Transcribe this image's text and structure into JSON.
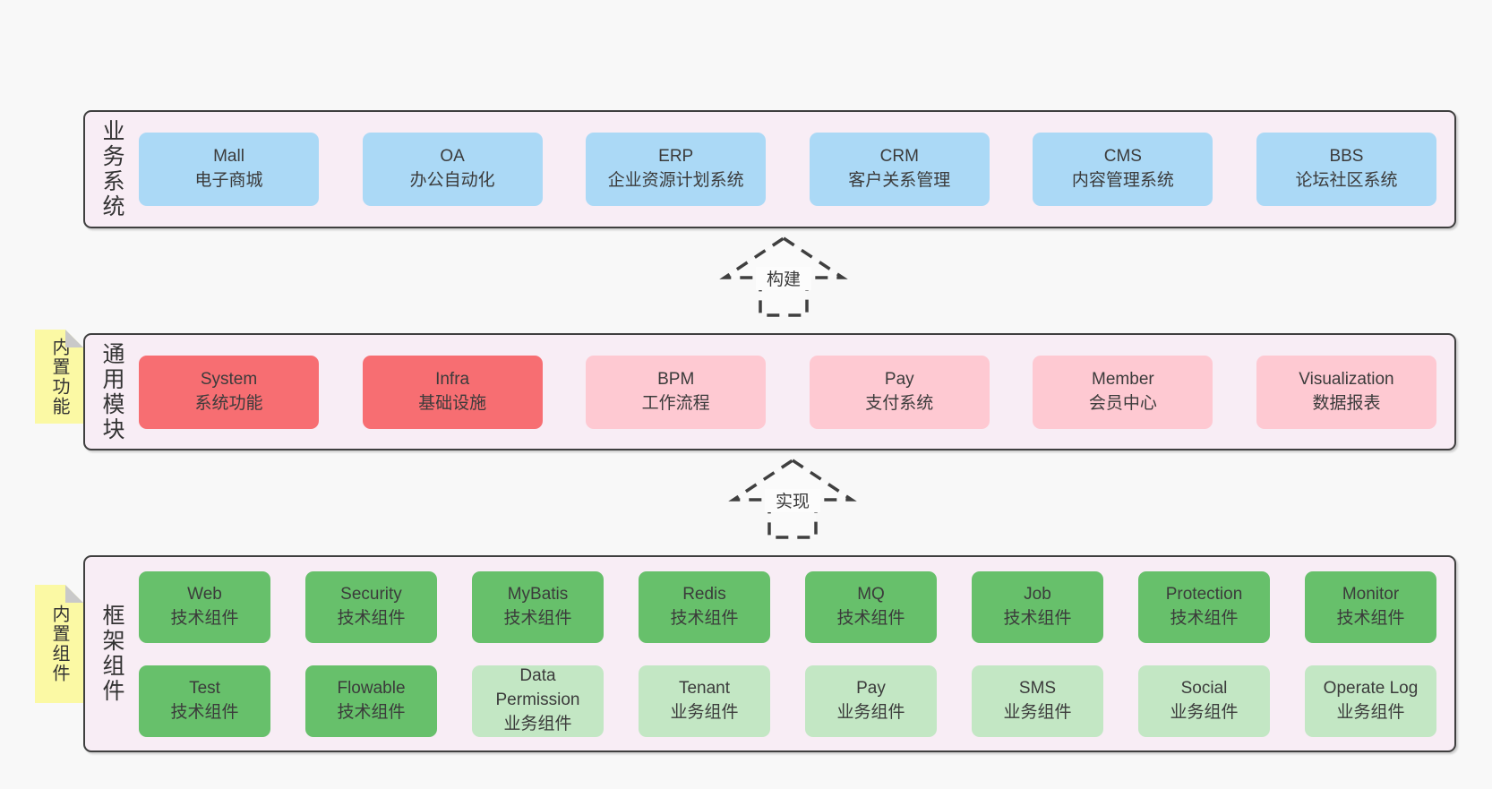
{
  "colors": {
    "page": "#f8f8f8",
    "panel": "#f8edf5",
    "border": "#3f3f3f",
    "text": "#3a3a3a",
    "blue": "#abd9f6",
    "red": "#f76e72",
    "pink": "#fec9d2",
    "green": "#67c06b",
    "lightgreen": "#c3e7c4",
    "sticky": "#fbf9a4"
  },
  "arrows": [
    {
      "label": "构建"
    },
    {
      "label": "实现"
    }
  ],
  "layers": [
    {
      "label": "业务系统",
      "boxes": [
        {
          "name": "Mall",
          "desc": "电子商城"
        },
        {
          "name": "OA",
          "desc": "办公自动化"
        },
        {
          "name": "ERP",
          "desc": "企业资源计划系统"
        },
        {
          "name": "CRM",
          "desc": "客户关系管理"
        },
        {
          "name": "CMS",
          "desc": "内容管理系统"
        },
        {
          "name": "BBS",
          "desc": "论坛社区系统"
        }
      ]
    },
    {
      "label": "通用模块",
      "sticky": "内置功能",
      "boxes": [
        {
          "name": "System",
          "desc": "系统功能"
        },
        {
          "name": "Infra",
          "desc": "基础设施"
        },
        {
          "name": "BPM",
          "desc": "工作流程"
        },
        {
          "name": "Pay",
          "desc": "支付系统"
        },
        {
          "name": "Member",
          "desc": "会员中心"
        },
        {
          "name": "Visualization",
          "desc": "数据报表"
        }
      ]
    },
    {
      "label": "框架组件",
      "sticky": "内置组件",
      "row1": [
        {
          "name": "Web",
          "desc": "技术组件"
        },
        {
          "name": "Security",
          "desc": "技术组件"
        },
        {
          "name": "MyBatis",
          "desc": "技术组件"
        },
        {
          "name": "Redis",
          "desc": "技术组件"
        },
        {
          "name": "MQ",
          "desc": "技术组件"
        },
        {
          "name": "Job",
          "desc": "技术组件"
        },
        {
          "name": "Protection",
          "desc": "技术组件"
        },
        {
          "name": "Monitor",
          "desc": "技术组件"
        }
      ],
      "row2": [
        {
          "name": "Test",
          "desc": "技术组件"
        },
        {
          "name": "Flowable",
          "desc": "技术组件"
        },
        {
          "name": "Data Permission",
          "desc": "业务组件"
        },
        {
          "name": "Tenant",
          "desc": "业务组件"
        },
        {
          "name": "Pay",
          "desc": "业务组件"
        },
        {
          "name": "SMS",
          "desc": "业务组件"
        },
        {
          "name": "Social",
          "desc": "业务组件"
        },
        {
          "name": "Operate Log",
          "desc": "业务组件"
        }
      ]
    }
  ]
}
